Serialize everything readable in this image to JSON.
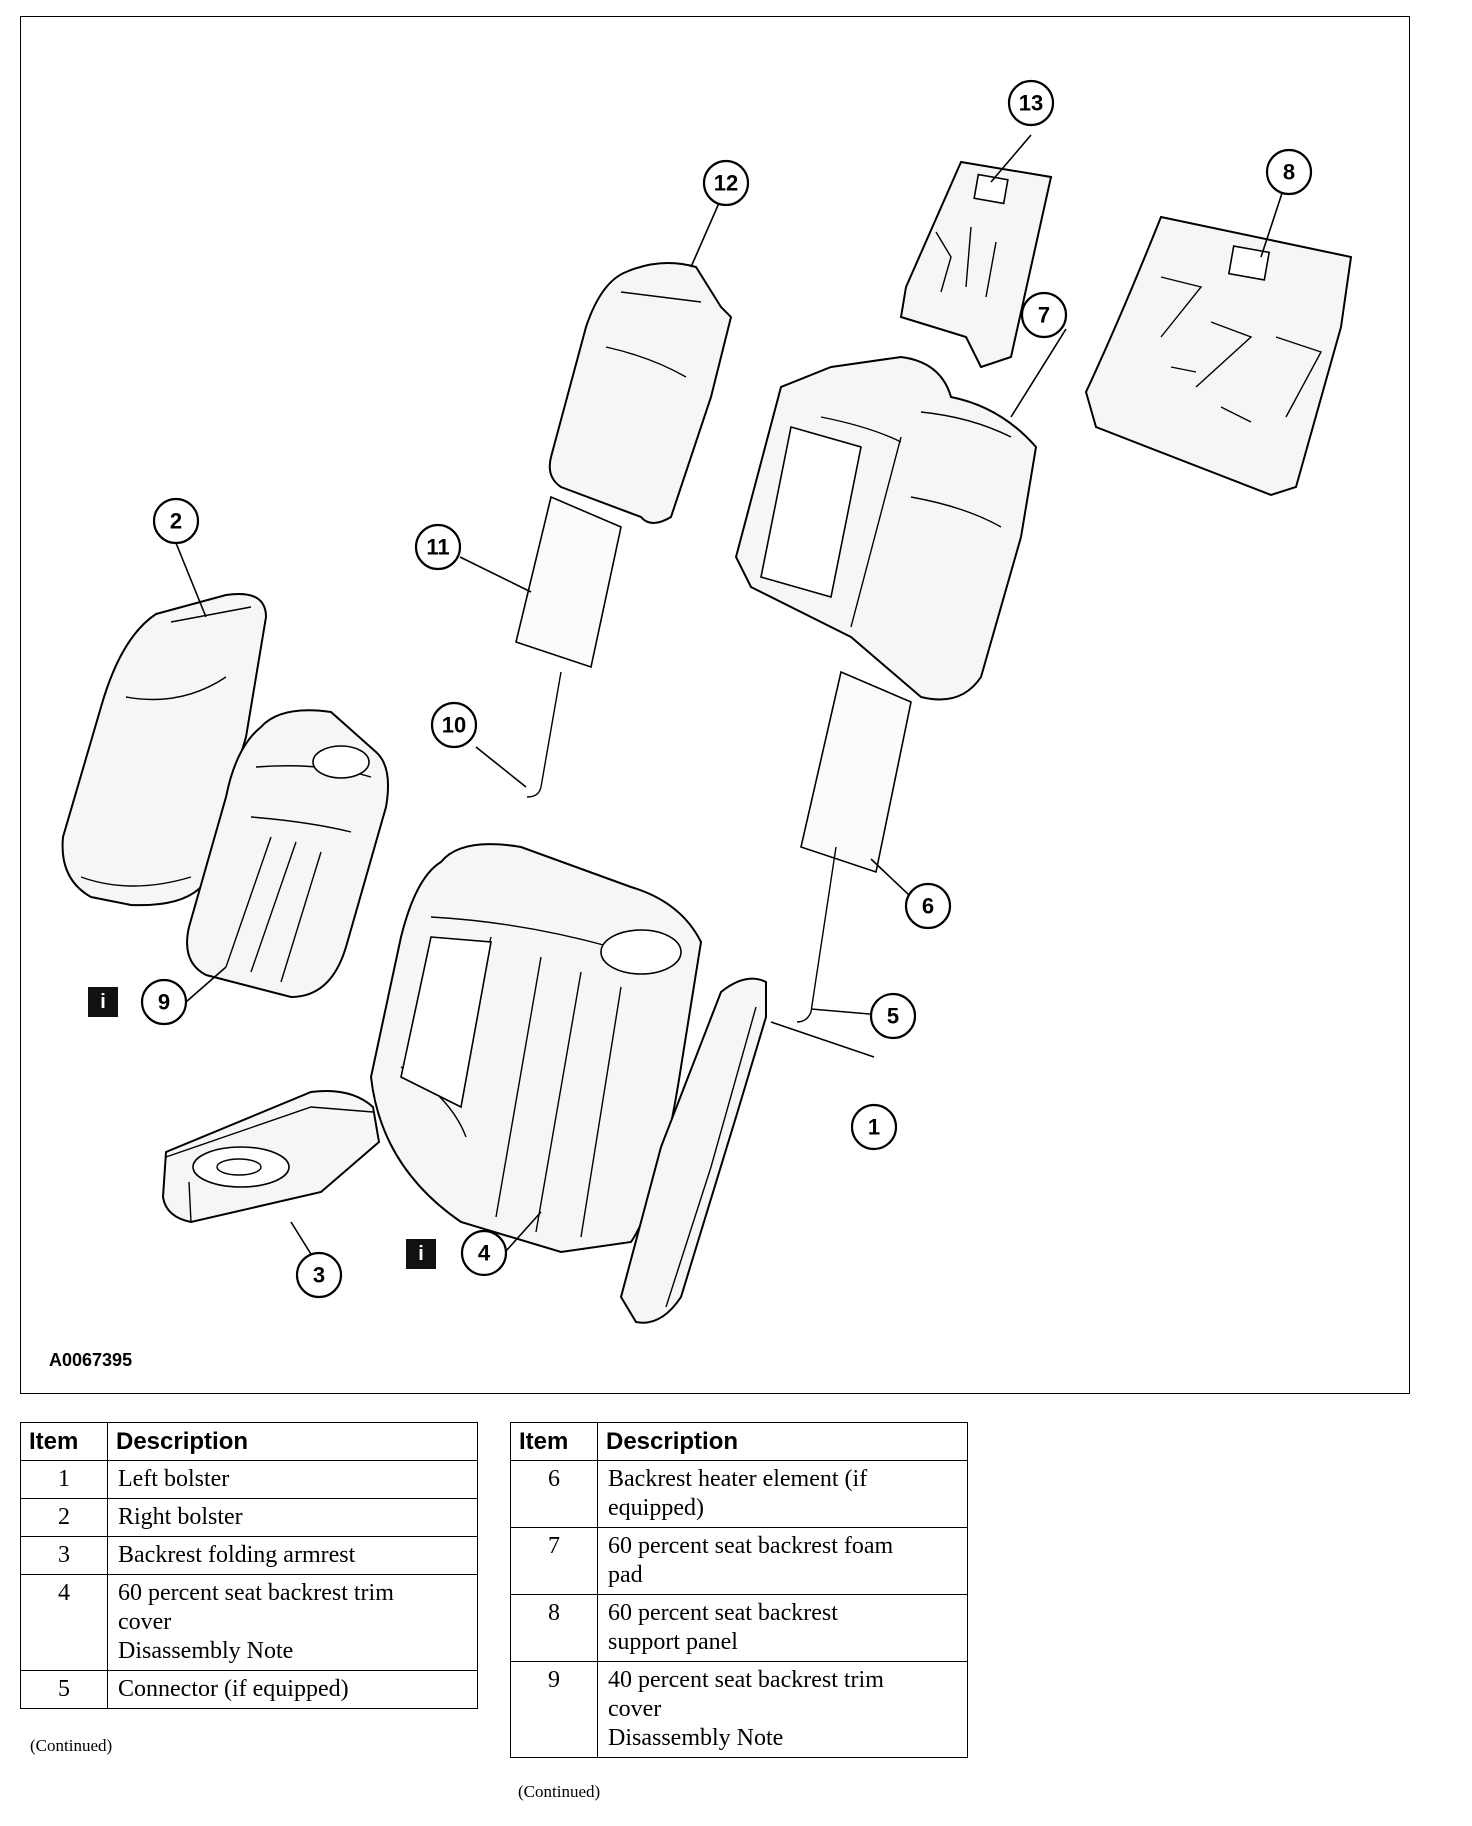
{
  "figure": {
    "id": "A0067395",
    "callouts": [
      {
        "n": "1"
      },
      {
        "n": "2"
      },
      {
        "n": "3"
      },
      {
        "n": "4"
      },
      {
        "n": "5"
      },
      {
        "n": "6"
      },
      {
        "n": "7"
      },
      {
        "n": "8"
      },
      {
        "n": "9"
      },
      {
        "n": "10"
      },
      {
        "n": "11"
      },
      {
        "n": "12"
      },
      {
        "n": "13"
      }
    ],
    "info_icon_glyph": "i"
  },
  "tables": {
    "header_item": "Item",
    "header_description": "Description",
    "left": [
      {
        "item": "1",
        "lines": [
          "Left bolster"
        ]
      },
      {
        "item": "2",
        "lines": [
          "Right bolster"
        ]
      },
      {
        "item": "3",
        "lines": [
          "Backrest folding armrest"
        ]
      },
      {
        "item": "4",
        "lines": [
          "60 percent seat backrest trim",
          "cover",
          "Disassembly Note"
        ]
      },
      {
        "item": "5",
        "lines": [
          "Connector (if equipped)"
        ]
      }
    ],
    "right": [
      {
        "item": "6",
        "lines": [
          "Backrest heater element (if",
          "equipped)"
        ]
      },
      {
        "item": "7",
        "lines": [
          "60 percent seat backrest foam",
          "pad"
        ]
      },
      {
        "item": "8",
        "lines": [
          "60 percent seat backrest",
          "support panel"
        ]
      },
      {
        "item": "9",
        "lines": [
          "40 percent seat backrest trim",
          "cover",
          "Disassembly Note"
        ]
      }
    ],
    "continued_left": "(Continued)",
    "continued_right": "(Continued)"
  }
}
